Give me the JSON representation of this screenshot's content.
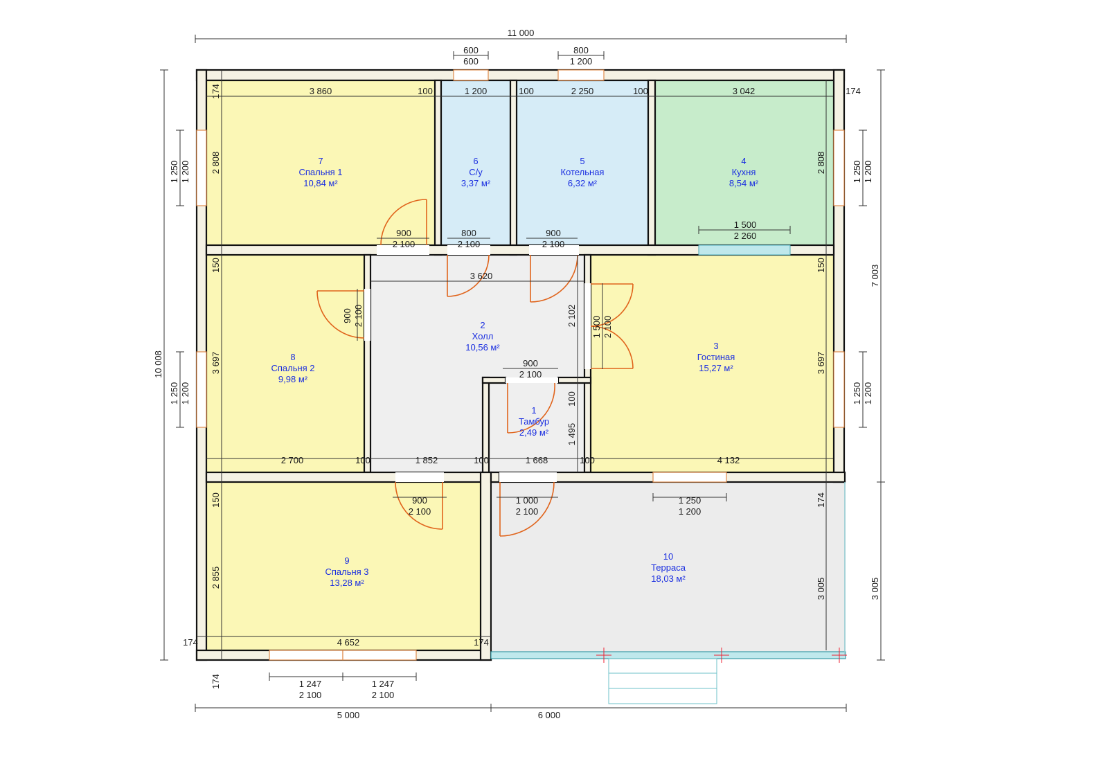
{
  "colors": {
    "bedroom": "#fbf7b6",
    "hall": "#efefef",
    "bath": "#d6ecf7",
    "kitchen": "#c7eccb",
    "terrace": "#ececec",
    "wall": "#f5f2e4",
    "terrace_rail": "#5fb8c0",
    "room_text": "#1a2ee0"
  },
  "rooms": [
    {
      "id": "7",
      "number": "7",
      "name": "Спальня 1",
      "area": "10,84 м²"
    },
    {
      "id": "6",
      "number": "6",
      "name": "С/у",
      "area": "3,37 м²"
    },
    {
      "id": "5",
      "number": "5",
      "name": "Котельная",
      "area": "6,32 м²"
    },
    {
      "id": "4",
      "number": "4",
      "name": "Кухня",
      "area": "8,54 м²"
    },
    {
      "id": "8",
      "number": "8",
      "name": "Спальня 2",
      "area": "9,98 м²"
    },
    {
      "id": "2",
      "number": "2",
      "name": "Холл",
      "area": "10,56 м²"
    },
    {
      "id": "3",
      "number": "3",
      "name": "Гостиная",
      "area": "15,27 м²"
    },
    {
      "id": "1",
      "number": "1",
      "name": "Тамбур",
      "area": "2,49 м²"
    },
    {
      "id": "9",
      "number": "9",
      "name": "Спальня 3",
      "area": "13,28 м²"
    },
    {
      "id": "10",
      "number": "10",
      "name": "Терраса",
      "area": "18,03 м²"
    }
  ],
  "dimensions": [
    "11 000",
    "600",
    "600",
    "800",
    "1 200",
    "3 860",
    "100",
    "1 200",
    "100",
    "2 250",
    "100",
    "3 042",
    "174",
    "174",
    "2 808",
    "2 808",
    "1 250",
    "1 200",
    "1 250",
    "1 200",
    "900",
    "2 100",
    "800",
    "2 100",
    "900",
    "2 100",
    "1 500",
    "2 260",
    "150",
    "150",
    "3 620",
    "900",
    "2 100",
    "2 102",
    "1 500",
    "2 100",
    "7 003",
    "10 008",
    "3 697",
    "3 697",
    "1 250",
    "1 200",
    "1 250",
    "1 200",
    "900",
    "2 100",
    "100",
    "1 495",
    "2 700",
    "100",
    "1 852",
    "100",
    "1 668",
    "100",
    "4 132",
    "150",
    "174",
    "900",
    "2 100",
    "1 000",
    "2 100",
    "1 250",
    "1 200",
    "2 855",
    "3 005",
    "3 005",
    "174",
    "4 652",
    "174",
    "174",
    "1 247",
    "2 100",
    "1 247",
    "2 100",
    "5 000",
    "6 000"
  ]
}
